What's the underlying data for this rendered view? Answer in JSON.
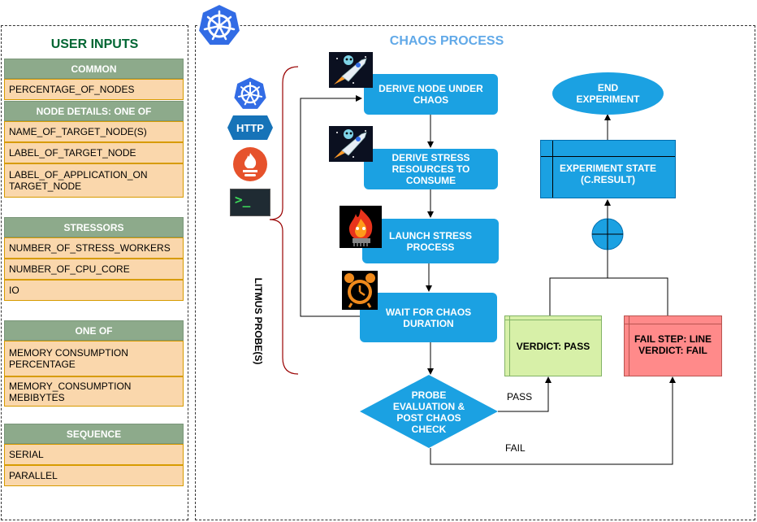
{
  "user_inputs": {
    "title": "USER INPUTS",
    "groups": [
      {
        "header": "COMMON",
        "items": [
          "PERCENTAGE_OF_NODES"
        ]
      },
      {
        "header": "NODE DETAILS: ONE OF",
        "items": [
          "NAME_OF_TARGET_NODE(S)",
          "LABEL_OF_TARGET_NODE",
          "LABEL_OF_APPLICATION_ON",
          "TARGET_NODE"
        ]
      },
      {
        "header": "STRESSORS",
        "items": [
          "NUMBER_OF_STRESS_WORKERS",
          "NUMBER_OF_CPU_CORE",
          "IO"
        ]
      },
      {
        "header": "ONE OF",
        "items": [
          "MEMORY CONSUMPTION",
          "PERCENTAGE",
          "MEMORY_CONSUMPTION",
          "MEBIBYTES"
        ]
      },
      {
        "header": "SEQUENCE",
        "items": [
          "SERIAL",
          "PARALLEL"
        ]
      }
    ]
  },
  "chaos_process": {
    "title": "CHAOS PROCESS",
    "probe_label": "LITMUS PROBE(S)",
    "probe_icons": [
      "kubernetes-icon",
      "HTTP",
      "prometheus-icon",
      ">_"
    ],
    "steps": [
      [
        "DERIVE NODE UNDER",
        "CHAOS"
      ],
      [
        "DERIVE  STRESS",
        "RESOURCES TO",
        "CONSUME"
      ],
      [
        "LAUNCH STRESS",
        "PROCESS"
      ],
      [
        "WAIT FOR CHAOS",
        "DURATION"
      ]
    ],
    "decision": [
      "PROBE",
      "EVALUATION &",
      "POST CHAOS",
      "CHECK"
    ],
    "pass_label": "PASS",
    "fail_label": "FAIL",
    "verdict_pass": "VERDICT: PASS",
    "verdict_fail": [
      "FAIL STEP: LINE",
      "VERDICT: FAIL"
    ],
    "experiment_state": [
      "EXPERIMENT STATE",
      "(C.RESULT)"
    ],
    "end": [
      "END",
      "EXPERIMENT"
    ]
  },
  "colors": {
    "accent": "#1ba1e2",
    "title_green": "#006633",
    "title_blue": "#61a9e8",
    "header_green": "#8daa8b",
    "row_fill": "#fad7ac",
    "pass_fill": "#d7f0a8",
    "fail_fill": "#ff8a8a"
  }
}
